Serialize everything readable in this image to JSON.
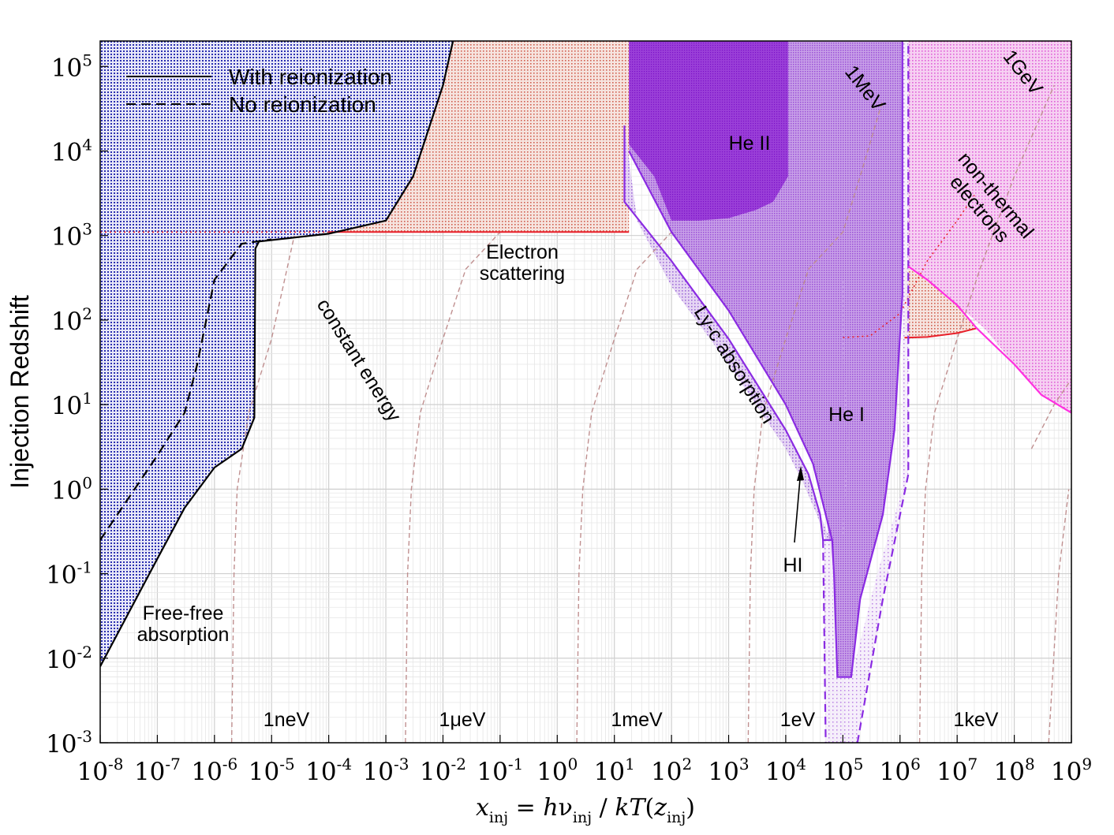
{
  "chart_data": {
    "type": "area",
    "xlabel_parts": {
      "x": "x",
      "x_sub": "inj",
      "eq": " = ",
      "h": "h",
      "nu": "ν",
      "nu_sub": "inj",
      "slash": " / ",
      "kT": "kT",
      "z": "z",
      "z_sub": "inj",
      "open": "(",
      "close": ")"
    },
    "ylabel": "Injection Redshift",
    "xscale": "log",
    "yscale": "log",
    "xlim": [
      1e-08,
      1000000000.0
    ],
    "ylim": [
      0.001,
      200000
    ],
    "grid": true,
    "x_ticks": [
      {
        "base": "10",
        "exp": "-8"
      },
      {
        "base": "10",
        "exp": "-7"
      },
      {
        "base": "10",
        "exp": "-6"
      },
      {
        "base": "10",
        "exp": "-5"
      },
      {
        "base": "10",
        "exp": "-4"
      },
      {
        "base": "10",
        "exp": "-3"
      },
      {
        "base": "10",
        "exp": "-2"
      },
      {
        "base": "10",
        "exp": "-1"
      },
      {
        "base": "10",
        "exp": "0"
      },
      {
        "base": "10",
        "exp": "1"
      },
      {
        "base": "10",
        "exp": "2"
      },
      {
        "base": "10",
        "exp": "3"
      },
      {
        "base": "10",
        "exp": "4"
      },
      {
        "base": "10",
        "exp": "5"
      },
      {
        "base": "10",
        "exp": "6"
      },
      {
        "base": "10",
        "exp": "7"
      },
      {
        "base": "10",
        "exp": "8"
      },
      {
        "base": "10",
        "exp": "9"
      }
    ],
    "y_ticks": [
      {
        "base": "10",
        "exp": "-3"
      },
      {
        "base": "10",
        "exp": "-2"
      },
      {
        "base": "10",
        "exp": "-1"
      },
      {
        "base": "10",
        "exp": "0"
      },
      {
        "base": "10",
        "exp": "1"
      },
      {
        "base": "10",
        "exp": "2"
      },
      {
        "base": "10",
        "exp": "3"
      },
      {
        "base": "10",
        "exp": "4"
      },
      {
        "base": "10",
        "exp": "5"
      }
    ],
    "legend": {
      "placement": "top-left",
      "entries": [
        {
          "label": "With reionization",
          "style": "solid"
        },
        {
          "label": "No reionization",
          "style": "dashed"
        }
      ]
    },
    "colors": {
      "free_free": "#3b3fc0",
      "electron_scattering": "#d88a80",
      "he_ii": "#8a1fd0",
      "he_i": "#a566d6",
      "ly_c": "#b98ae0",
      "nonthermal": "#e58ee0",
      "boundary_red": "#e8202a",
      "boundary_purple": "#8a2be2",
      "boundary_magenta": "#ff30e0",
      "energy_lines": "#c09090"
    },
    "regions": [
      {
        "name": "Free-free absorption",
        "lines": [
          "Free-free",
          "absorption"
        ],
        "boundary_with_reionization": [
          [
            1e-08,
            0.008
          ],
          [
            1e-07,
            0.15
          ],
          [
            3e-07,
            0.6
          ],
          [
            1e-06,
            1.8
          ],
          [
            3e-06,
            3.0
          ],
          [
            5e-06,
            7.0
          ],
          [
            5.2e-06,
            700
          ],
          [
            6e-06,
            850
          ],
          [
            0.0001,
            1050
          ],
          [
            0.001,
            1500
          ],
          [
            0.003,
            5000
          ],
          [
            0.01,
            60000
          ],
          [
            0.015,
            200000
          ]
        ],
        "boundary_no_reionization": [
          [
            1e-08,
            0.25
          ],
          [
            1e-07,
            2.5
          ],
          [
            3e-07,
            8.0
          ],
          [
            5e-07,
            30
          ],
          [
            1e-06,
            300
          ],
          [
            3e-06,
            800
          ],
          [
            1e-05,
            900
          ]
        ]
      },
      {
        "name": "Electron scattering",
        "lines": [
          "Electron",
          "scattering"
        ],
        "lower_boundary_z": 1100
      },
      {
        "name": "He II",
        "lines": [
          "He II"
        ]
      },
      {
        "name": "He I",
        "lines": [
          "He I"
        ]
      },
      {
        "name": "Ly-c absorption",
        "lines": [
          "Ly-c absorption"
        ]
      },
      {
        "name": "non-thermal electrons",
        "lines": [
          "non-thermal",
          "electrons"
        ]
      }
    ],
    "annotations": [
      {
        "text": "constant energy"
      },
      {
        "text": "HI"
      },
      {
        "text": "1MeV"
      },
      {
        "text": "1GeV"
      }
    ],
    "energy_markers": [
      "1neV",
      "1μeV",
      "1meV",
      "1eV",
      "1keV"
    ]
  }
}
